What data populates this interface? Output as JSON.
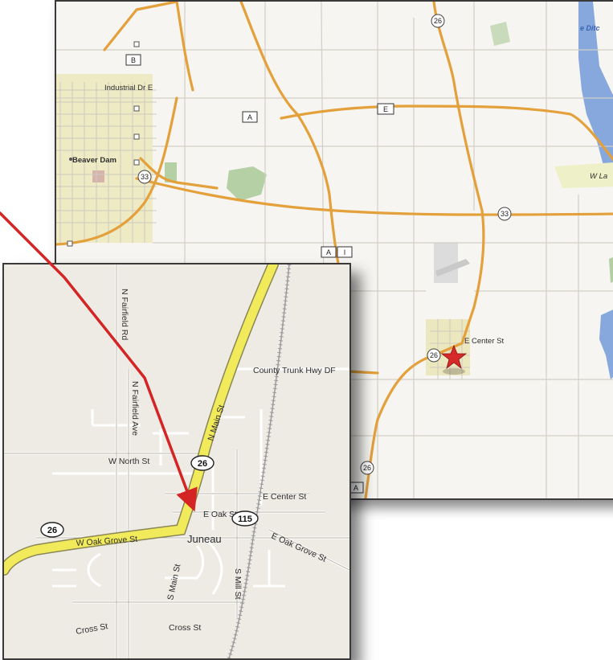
{
  "main_map": {
    "labels": {
      "industrial": "Industrial Dr E",
      "city": "Beaver Dam",
      "center": "E Center St",
      "lake_road": "W La",
      "water": "e Ditc"
    },
    "shields": {
      "hwy26_top": "26",
      "hwy26_town": "26",
      "hwy26_bottom": "26",
      "hwy33_west": "33",
      "hwy33_east": "33",
      "county_b": "B",
      "county_a": "A",
      "county_e": "E",
      "county_a_i_1": "A",
      "county_a_i_2": "I",
      "county_a_bottom": "A"
    }
  },
  "inset_map": {
    "labels": {
      "fairfield_rd": "N Fairfield Rd",
      "fairfield_ave": "N Fairfield Ave",
      "main_st_north": "N Main St",
      "county_trunk": "County Trunk Hwy DF",
      "w_north": "W North St",
      "e_center": "E Center St",
      "e_oak": "E Oak St",
      "w_oak_grove": "W Oak Grove St",
      "juneau": "Juneau",
      "e_oak_grove": "E Oak Grove St",
      "s_main": "S Main St",
      "s_mill": "S Mill St",
      "cross_west": "Cross St",
      "cross_east": "Cross St"
    },
    "shields": {
      "hwy26_center": "26",
      "hwy26_west": "26",
      "hwy115": "115"
    }
  },
  "colors": {
    "highway": "#e49a32",
    "highway_inset": "#f2ec5c",
    "pointer": "#d42424",
    "water": "#7fa3d9",
    "park": "#b3cfa2",
    "urban": "#e9e7c0"
  }
}
